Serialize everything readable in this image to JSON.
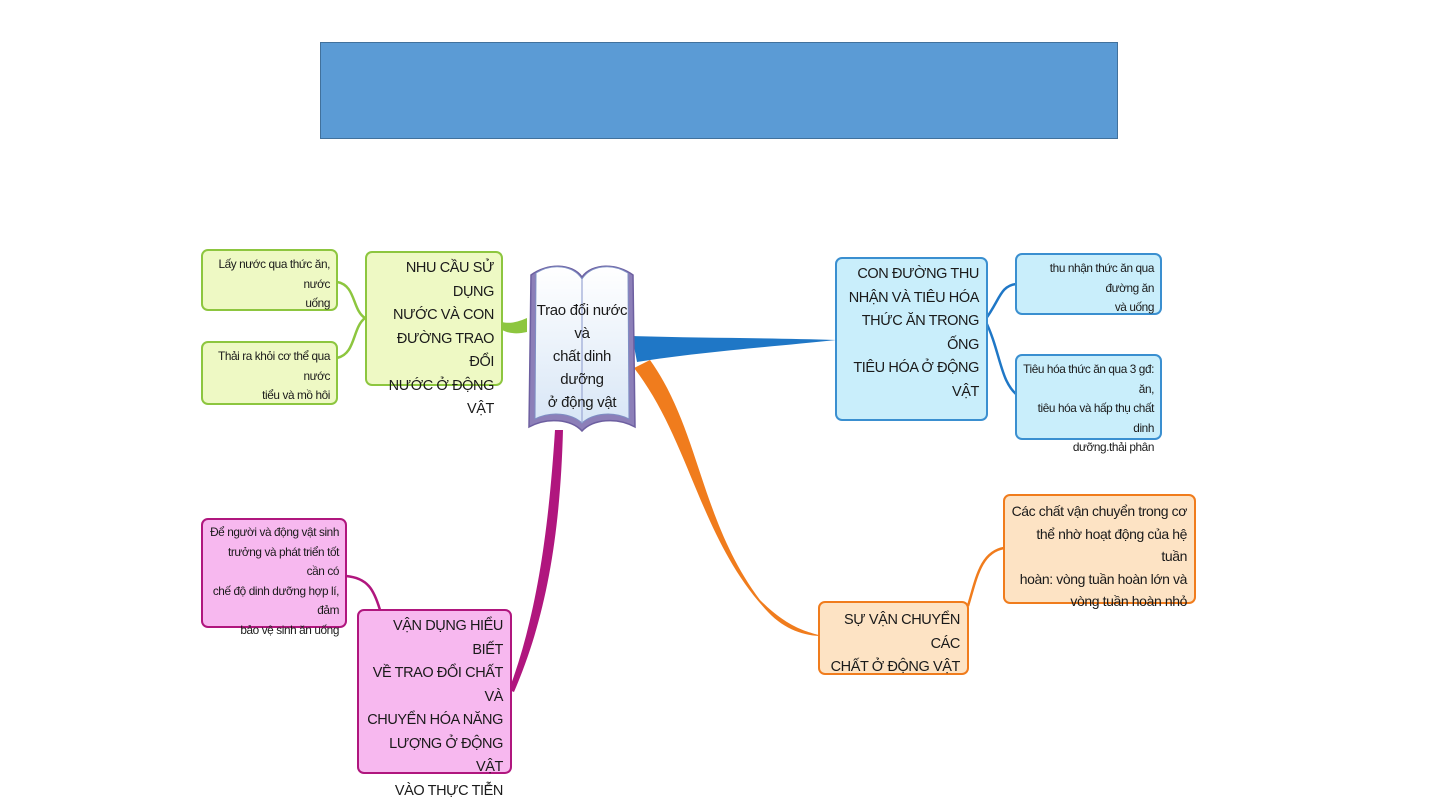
{
  "title_banner": {
    "text": ""
  },
  "colors": {
    "banner": "#5b9bd5",
    "green": "#8dc63f",
    "blue": "#1f77c6",
    "pink": "#b0167e",
    "orange": "#f07c1d"
  },
  "center": {
    "icon": "open-book-icon",
    "text": "Trao đổi nước và\nchất dinh dưỡng\nở động vật"
  },
  "branches": {
    "water": {
      "label": "NHU CẦU SỬ DỤNG\nNƯỚC VÀ CON\nĐƯỜNG TRAO ĐỔI\nNƯỚC Ở ĐỘNG VẬT",
      "children": [
        "Lấy nước qua thức ăn, nước\nuống",
        "Thải ra khỏi cơ thể qua nước\ntiểu và mồ hôi"
      ]
    },
    "digestion": {
      "label": "CON ĐƯỜNG THU\nNHẬN VÀ TIÊU HÓA\nTHỨC ĂN TRONG ỐNG\nTIÊU HÓA Ở ĐỘNG\nVẬT",
      "children": [
        "thu nhận thức ăn qua đường ăn\nvà uống",
        "Tiêu hóa thức ăn qua 3 gđ: ăn,\ntiêu hóa và hấp thụ chất dinh\ndưỡng.thải phân"
      ]
    },
    "transport": {
      "label": "SỰ VẬN CHUYỂN CÁC\nCHẤT Ở ĐỘNG VẬT",
      "children": [
        "Các chất vận chuyển trong cơ\nthể nhờ hoạt động của hệ tuần\nhoàn: vòng tuần hoàn lớn và\nvòng tuần hoàn nhỏ"
      ]
    },
    "application": {
      "label": "VẬN DỤNG HIỂU BIẾT\nVỀ TRAO ĐỔI CHẤT VÀ\nCHUYỂN HÓA NĂNG\nLƯỢNG Ở ĐỘNG VẬT\nVÀO THỰC TIỄN",
      "children": [
        "Để người và động vật sinh\ntrưởng và phát triển tốt cần có\nchế độ dinh dưỡng hợp lí, đảm\nbảo vệ sinh ăn uống"
      ]
    }
  }
}
